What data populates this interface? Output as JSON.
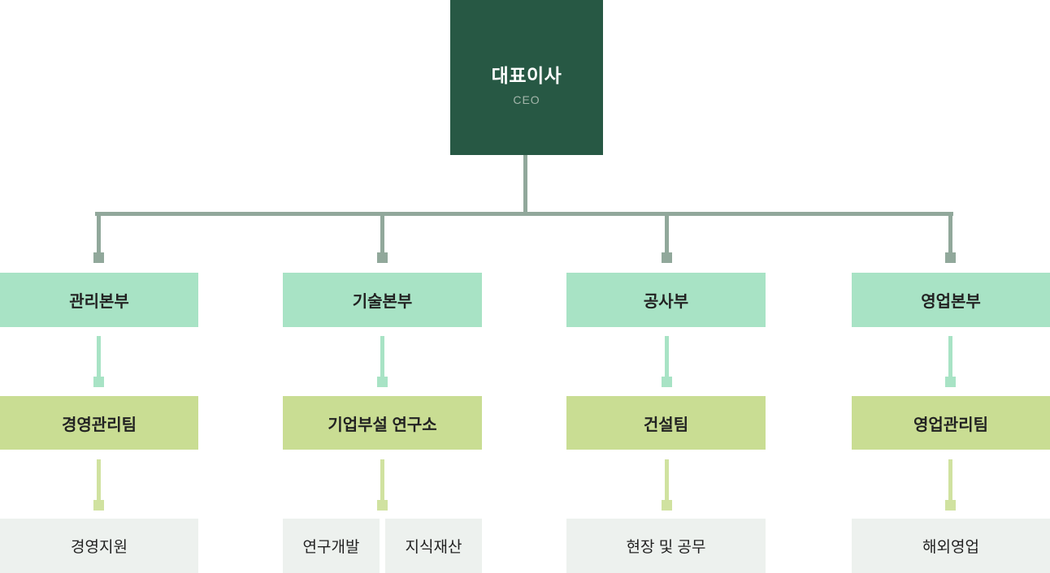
{
  "org": {
    "root": {
      "title": "대표이사",
      "subtitle": "CEO"
    },
    "columns": [
      {
        "division": "관리본부",
        "team": "경영관리팀",
        "units": [
          "경영지원"
        ]
      },
      {
        "division": "기술본부",
        "team": "기업부설 연구소",
        "units": [
          "연구개발",
          "지식재산"
        ]
      },
      {
        "division": "공사부",
        "team": "건설팀",
        "units": [
          "현장 및 공무"
        ]
      },
      {
        "division": "영업본부",
        "team": "영업관리팀",
        "units": [
          "해외영업"
        ]
      }
    ]
  },
  "colors": {
    "ceo-bg": "#275844",
    "ceo-subtitle": "#a3b5aa",
    "division-bg": "#a8e3c5",
    "team-bg": "#c9dd93",
    "unit-bg": "#edf1ee",
    "connector-sage": "#91a89b",
    "connector-mint": "#a8e3c5",
    "connector-lime": "#d0e2a0",
    "label-text": "#222222"
  }
}
